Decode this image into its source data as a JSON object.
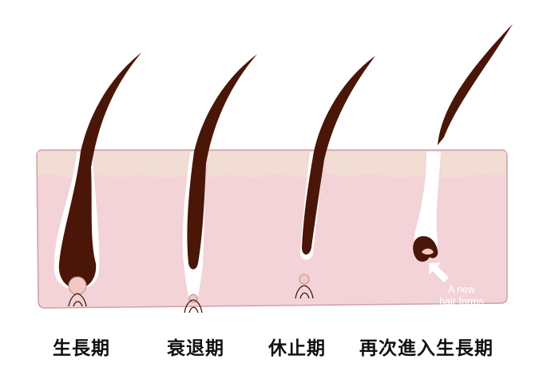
{
  "colors": {
    "skin": "#f3d3d7",
    "skin_outline": "#cfa0a8",
    "surface": "#f1ddd3",
    "hair": "#4a1608",
    "papilla": "#f4c9c3",
    "nerve": "#3a1a10",
    "label": "#111111",
    "note": "#ffffff"
  },
  "stages": [
    {
      "label": "生長期"
    },
    {
      "label": "衰退期"
    },
    {
      "label": "休止期"
    },
    {
      "label": "再次進入生長期"
    }
  ],
  "note": {
    "line1": "A new",
    "line2": "hair forms"
  },
  "icons": {
    "arrow": "arrow-up-left-icon"
  }
}
